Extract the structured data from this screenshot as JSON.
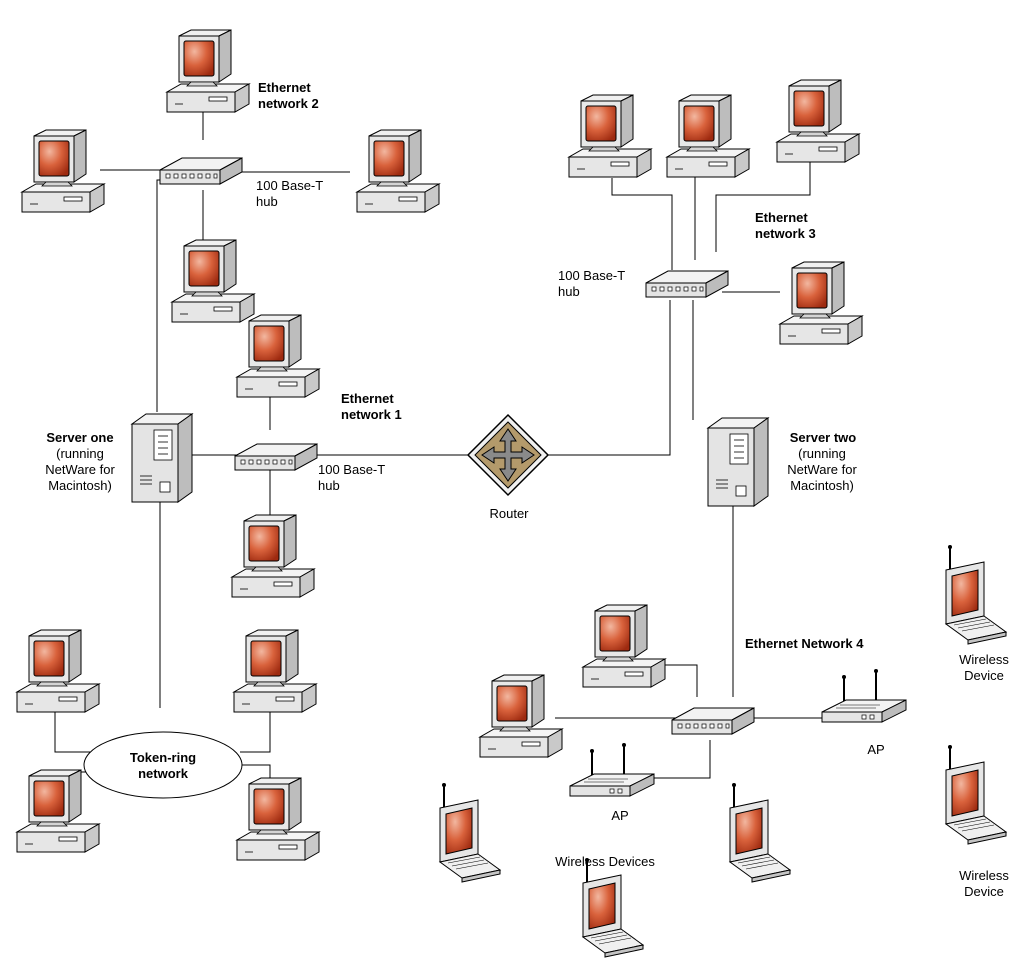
{
  "labels": {
    "eth2": "Ethernet\nnetwork 2",
    "hub2": "100 Base-T\nhub",
    "eth3": "Ethernet\nnetwork 3",
    "hub3": "100 Base-T\nhub",
    "eth1": "Ethernet\nnetwork 1",
    "hub1": "100 Base-T\nhub",
    "server_one": "Server one",
    "server_one_desc": "(running\nNetWare for\nMacintosh)",
    "server_two": "Server two",
    "server_two_desc": "(running\nNetWare for\nMacintosh)",
    "router": "Router",
    "eth4": "Ethernet Network 4",
    "ap_left": "AP",
    "ap_right": "AP",
    "wireless_devices": "Wireless Devices",
    "wireless_device_top": "Wireless\nDevice",
    "wireless_device_bottom": "Wireless\nDevice",
    "token_ring": "Token-ring\nnetwork"
  },
  "colors": {
    "screen": "#c8401f",
    "body": "#e9e9e9",
    "outline": "#000000",
    "line": "#000000"
  },
  "icons": {
    "workstation": "desktop-computer-icon",
    "hub": "hub-icon",
    "server": "server-tower-icon",
    "router": "router-icon",
    "access_point": "wireless-access-point-icon",
    "laptop": "wireless-laptop-icon"
  }
}
